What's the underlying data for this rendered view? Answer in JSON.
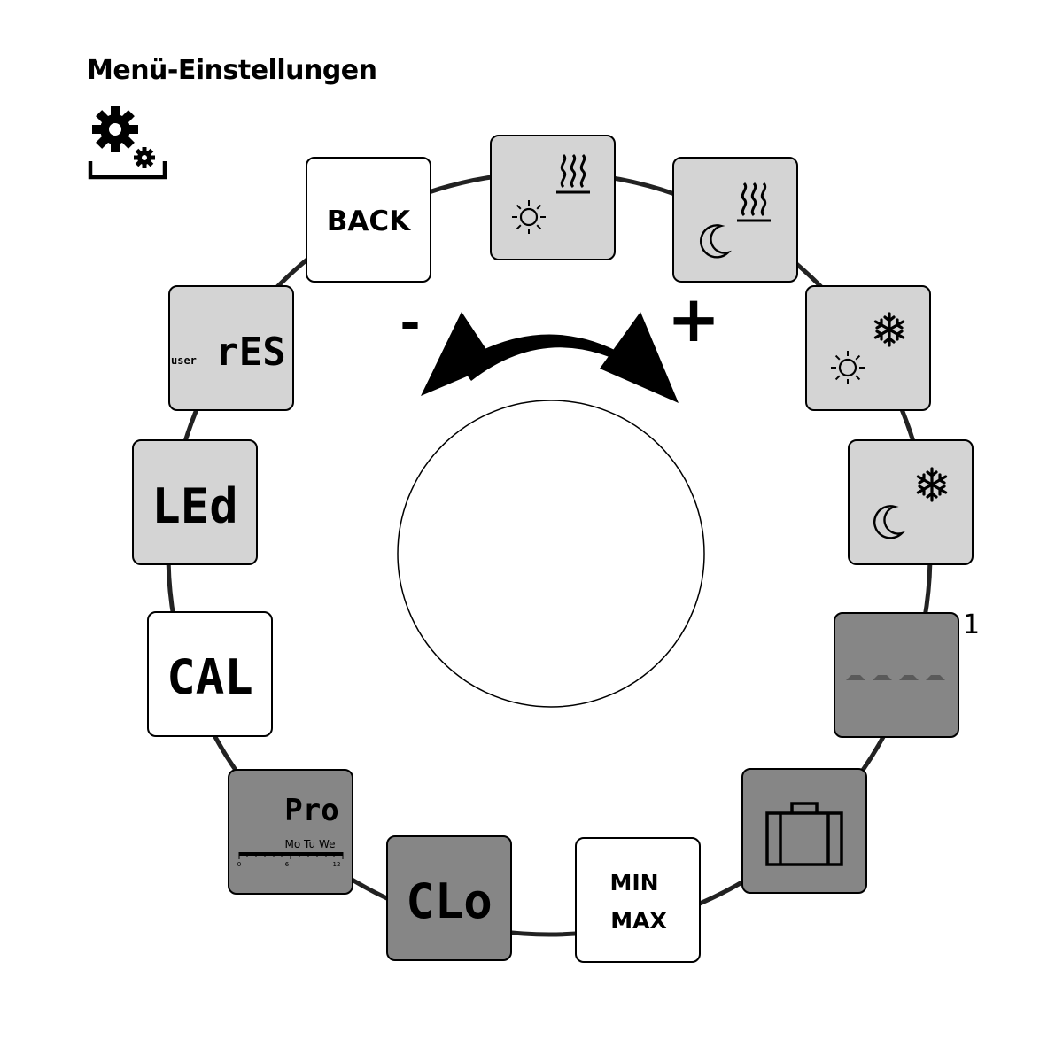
{
  "title": "Menü-Einstellungen",
  "icons": {
    "settings": "gear-settings-icon",
    "rotate": "rotate-arrow-icon"
  },
  "rotation": {
    "minus": "-",
    "plus": "+"
  },
  "colors": {
    "white": "#ffffff",
    "light": "#d4d4d4",
    "dark": "#868686"
  },
  "items": {
    "back": {
      "label": "BACK"
    },
    "user_res": {
      "prefix": "user",
      "main": "rES"
    },
    "led": {
      "main": "LEd"
    },
    "cal": {
      "main": "CAL"
    },
    "pro": {
      "main": "Pro",
      "days": "Mo Tu We",
      "t0": "0",
      "t6": "6",
      "t12": "12"
    },
    "clo": {
      "main": "CLo"
    },
    "minmax": {
      "line1": "MIN",
      "line2": "MAX"
    },
    "dashes": {
      "footnote": "1"
    }
  }
}
